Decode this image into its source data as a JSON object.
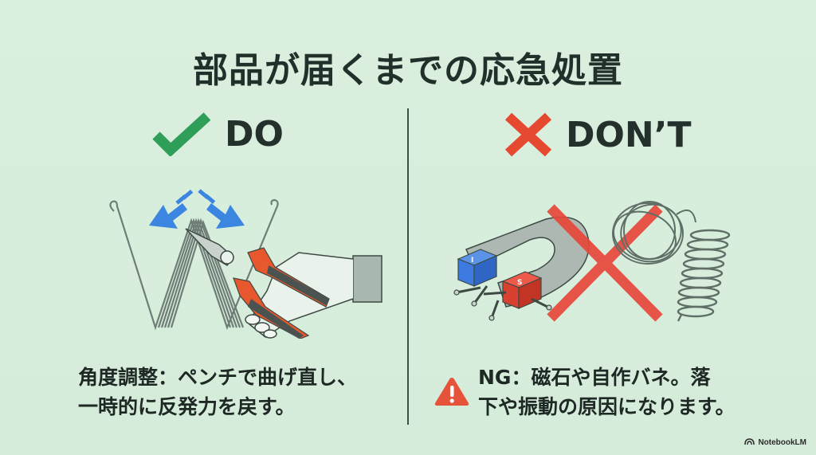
{
  "slide": {
    "title": "部品が届くまでの応急処置",
    "background_color": "#d9eedd"
  },
  "do_section": {
    "heading": "DO",
    "icon": "check-icon",
    "icon_color": "#2e9e58",
    "illustration": "pliers-bending-spring-illustration",
    "caption": {
      "line1": "角度調整：ペンチで曲げ直し、",
      "line2": "一時的に反発力を戻す。"
    }
  },
  "dont_section": {
    "heading": "DON’T",
    "icon": "cross-icon",
    "icon_color": "#e5492f",
    "illustration": "magnet-and-homemade-spring-crossed-out-illustration",
    "magnet_labels": {
      "blue_pole": "I",
      "red_pole": "S"
    },
    "warning_icon": "warning-triangle-icon",
    "warning_color": "#e5533a",
    "caption": {
      "line1": "NG：磁石や自作バネ。落",
      "line2": "下や振動の原因になります。"
    }
  },
  "branding": {
    "label": "NotebookLM",
    "icon": "notebooklm-logo-icon"
  }
}
